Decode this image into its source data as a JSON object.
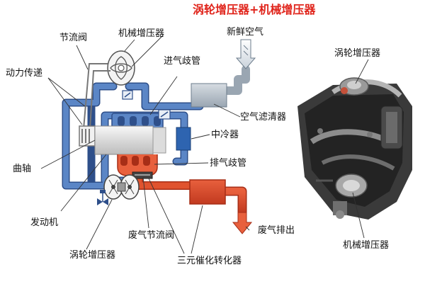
{
  "title": "涡轮增压器+机械增压器",
  "labels": {
    "throttle_valve": "节流阀",
    "supercharger_top": "机械增压器",
    "fresh_air": "新鲜空气",
    "power_transmission": "动力传递",
    "intake_manifold": "进气歧管",
    "air_filter": "空气滤清器",
    "intercooler": "中冷器",
    "crankshaft": "曲轴",
    "exhaust_manifold": "排气歧管",
    "engine": "发动机",
    "exhaust_out": "废气排出",
    "wastegate": "废气节流阀",
    "turbocharger_bottom": "涡轮增压器",
    "catalytic_converter": "三元催化转化器",
    "photo_turbocharger": "涡轮增压器",
    "photo_supercharger": "机械增压器"
  },
  "colors": {
    "title": "#e0241b",
    "intake_pipe": "#5b86c6",
    "pipe_outline": "#2e4f8a",
    "exhaust_pipe": "#d8462b",
    "engine_block": "#e9e9e9",
    "air_filter": "#b8c2cc",
    "intercooler": "#2e64b0"
  },
  "photo_description_icon": "engine-photo"
}
